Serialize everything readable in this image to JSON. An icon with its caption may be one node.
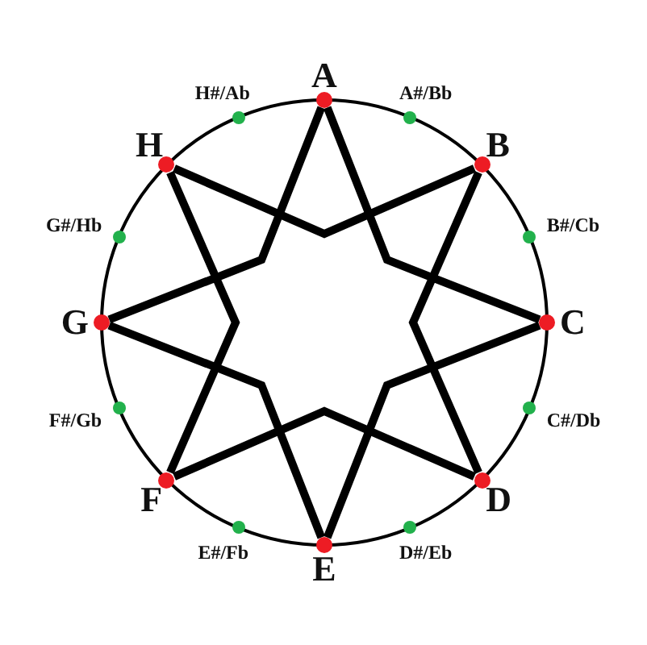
{
  "diagram": {
    "nodes": [
      {
        "text": [
          "A"
        ]
      },
      {
        "text": [
          "A#/Bb"
        ]
      },
      {
        "text": [
          "B"
        ]
      },
      {
        "text": [
          "B#/Cb"
        ]
      },
      {
        "text": [
          "C"
        ]
      },
      {
        "text": [
          "C#/Db"
        ]
      },
      {
        "text": [
          "D"
        ]
      },
      {
        "text": [
          "D#/Eb"
        ]
      },
      {
        "text": [
          "E"
        ]
      },
      {
        "text": [
          "E#/Fb"
        ]
      },
      {
        "text": [
          "F"
        ]
      },
      {
        "text": [
          "F#/Gb"
        ]
      },
      {
        "text": [
          "G"
        ]
      },
      {
        "text": [
          "G#/Hb"
        ]
      },
      {
        "text": [
          "H"
        ]
      },
      {
        "text": [
          "H#/Ab"
        ]
      }
    ],
    "edges": [
      {
        "from": 0,
        "to": 4,
        "arrow": "none"
      },
      {
        "from": 4,
        "to": 8,
        "arrow": "none"
      },
      {
        "from": 8,
        "to": 12,
        "arrow": "none"
      },
      {
        "from": 12,
        "to": 0,
        "arrow": "none"
      },
      {
        "from": 14,
        "to": 2,
        "arrow": "none"
      },
      {
        "from": 2,
        "to": 6,
        "arrow": "none"
      },
      {
        "from": 6,
        "to": 10,
        "arrow": "none"
      },
      {
        "from": 10,
        "to": 14,
        "arrow": "none"
      }
    ]
  }
}
